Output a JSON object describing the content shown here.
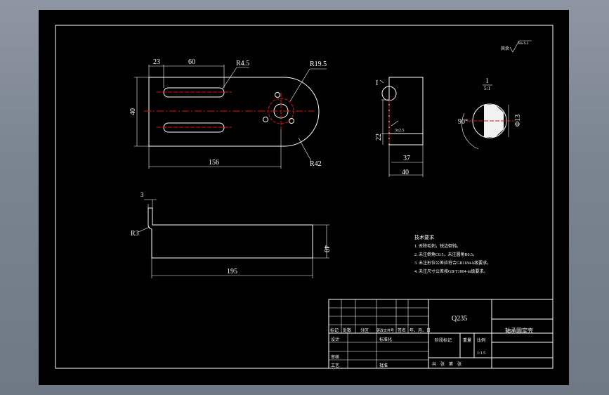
{
  "drawing": {
    "top_view": {
      "dim_23": "23",
      "dim_60": "60",
      "dim_r4_5": "R4.5",
      "dim_r19_5": "R19.5",
      "dim_40": "40",
      "dim_156": "156",
      "dim_r42": "R42"
    },
    "side_view": {
      "callout_i": "I",
      "dim_22": "22",
      "dim_37": "37",
      "dim_40": "40",
      "note_small": "3x2.5"
    },
    "detail_view": {
      "title_i": "I",
      "scale": "5:1",
      "angle": "90°",
      "dia": "Φ13"
    },
    "front_view": {
      "dim_3": "3",
      "dim_r3": "R3",
      "dim_40": "40",
      "dim_195": "195"
    },
    "roughness": {
      "label": "其余",
      "value": "Ra 6.3"
    },
    "tech_req": {
      "title": "技术要求",
      "lines": [
        "1. 去除毛刺，锐边倒钝。",
        "2. 未注倒角C0.5，未注圆角R0.5。",
        "3. 未注形位公差应符合GB1184-k级要求。",
        "4. 未注尺寸公差按GB/T1804-m级要求。"
      ]
    },
    "title_block": {
      "material": "Q235",
      "part_name": "轴承固定壳",
      "row_labels": [
        "标记",
        "处数",
        "分区",
        "更改文件号",
        "签名",
        "年、月、日"
      ],
      "design": "设计",
      "standardize": "标准化",
      "review": "审核",
      "process": "工艺",
      "approve": "批准",
      "stage_mark": "阶段标记",
      "weight": "重量",
      "scale_label": "比例",
      "scale_value": "1:1.5",
      "sheets": "共　张　第　张"
    }
  }
}
